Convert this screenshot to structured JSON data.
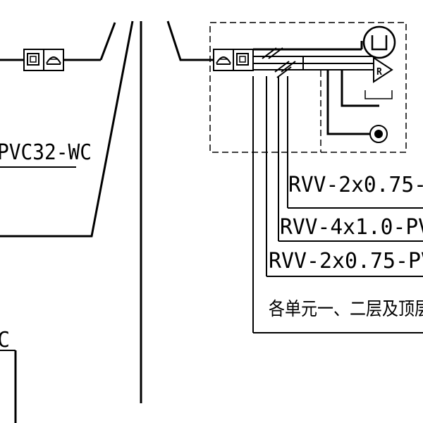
{
  "labels": {
    "conduit_left": "PVC32-WC",
    "cable_1": "RVV-2x0.75-",
    "cable_2": "RVV-4x1.0-PV",
    "cable_3": "RVV-2x0.75-PV",
    "note": "各单元一、二层及顶层",
    "partial_c": "C",
    "r_symbol": "R"
  },
  "colors": {
    "line": "#000000",
    "background": "#ffffff"
  },
  "icons": [
    "junction-box-icon",
    "intercom-handset-icon",
    "camera-icon",
    "door-contact-icon",
    "door-lock-icon"
  ]
}
